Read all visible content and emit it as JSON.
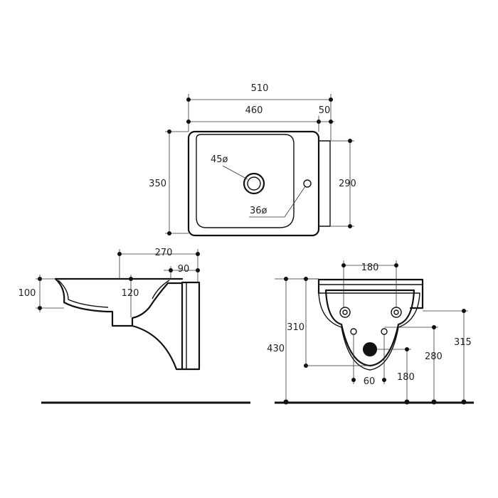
{
  "top_view": {
    "width_total": "510",
    "width_basin": "460",
    "offset_back": "50",
    "depth_total": "350",
    "depth_basin": "290",
    "tap_hole": "45ø",
    "overflow_hole": "36ø"
  },
  "side_view": {
    "projection": "270",
    "back_offset": "90",
    "height": "100",
    "drain_depth": "120"
  },
  "rear_view": {
    "bolt_spacing": "180",
    "bolt_height": "310",
    "top_height": "430",
    "mount_height_right": "315",
    "drain_height": "280",
    "drain_offset_right": "180",
    "drain_width": "60"
  },
  "colors": {
    "line": "#111111",
    "dimension": "#333333"
  }
}
